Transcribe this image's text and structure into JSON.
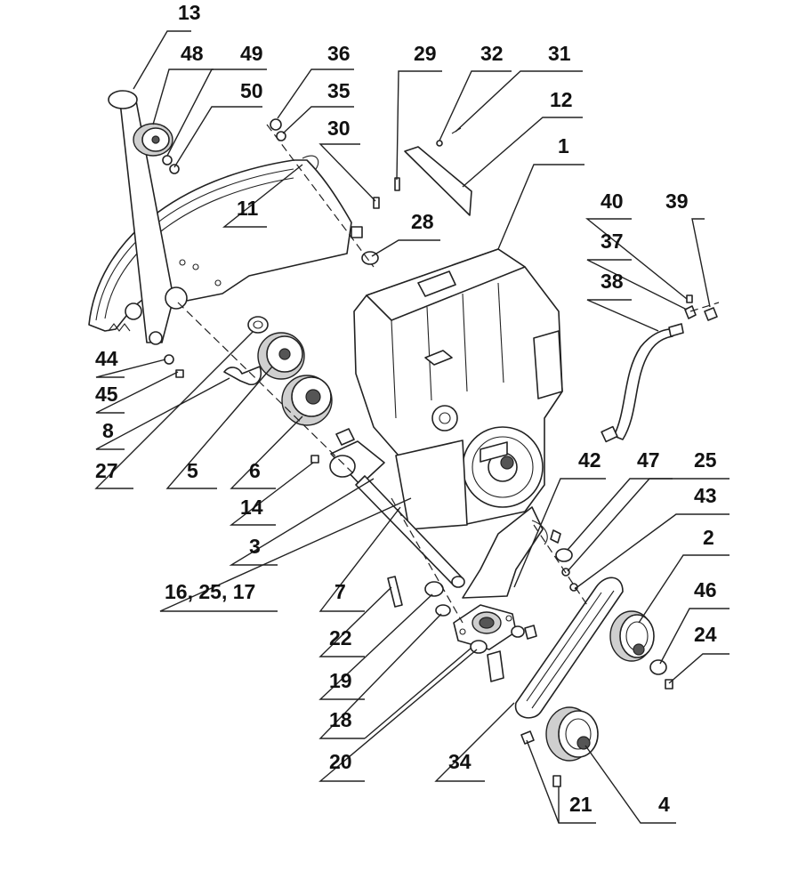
{
  "diagram": {
    "type": "exploded-parts-view",
    "callouts": [
      {
        "id": "c13",
        "label": "13"
      },
      {
        "id": "c48",
        "label": "48"
      },
      {
        "id": "c49",
        "label": "49"
      },
      {
        "id": "c50",
        "label": "50"
      },
      {
        "id": "c36",
        "label": "36"
      },
      {
        "id": "c35",
        "label": "35"
      },
      {
        "id": "c30",
        "label": "30"
      },
      {
        "id": "c29",
        "label": "29"
      },
      {
        "id": "c32",
        "label": "32"
      },
      {
        "id": "c31",
        "label": "31"
      },
      {
        "id": "c12",
        "label": "12"
      },
      {
        "id": "c1",
        "label": "1"
      },
      {
        "id": "c11",
        "label": "11"
      },
      {
        "id": "c28",
        "label": "28"
      },
      {
        "id": "c40",
        "label": "40"
      },
      {
        "id": "c39",
        "label": "39"
      },
      {
        "id": "c37",
        "label": "37"
      },
      {
        "id": "c38",
        "label": "38"
      },
      {
        "id": "c44",
        "label": "44"
      },
      {
        "id": "c45",
        "label": "45"
      },
      {
        "id": "c8",
        "label": "8"
      },
      {
        "id": "c27",
        "label": "27"
      },
      {
        "id": "c5",
        "label": "5"
      },
      {
        "id": "c6",
        "label": "6"
      },
      {
        "id": "c14",
        "label": "14"
      },
      {
        "id": "c3",
        "label": "3"
      },
      {
        "id": "c16",
        "label": "16, 25, 17"
      },
      {
        "id": "c7",
        "label": "7"
      },
      {
        "id": "c42",
        "label": "42"
      },
      {
        "id": "c47",
        "label": "47"
      },
      {
        "id": "c25",
        "label": "25"
      },
      {
        "id": "c43",
        "label": "43"
      },
      {
        "id": "c2",
        "label": "2"
      },
      {
        "id": "c46",
        "label": "46"
      },
      {
        "id": "c24",
        "label": "24"
      },
      {
        "id": "c22",
        "label": "22"
      },
      {
        "id": "c19",
        "label": "19"
      },
      {
        "id": "c18",
        "label": "18"
      },
      {
        "id": "c20",
        "label": "20"
      },
      {
        "id": "c34",
        "label": "34"
      },
      {
        "id": "c21",
        "label": "21"
      },
      {
        "id": "c4",
        "label": "4"
      }
    ]
  }
}
